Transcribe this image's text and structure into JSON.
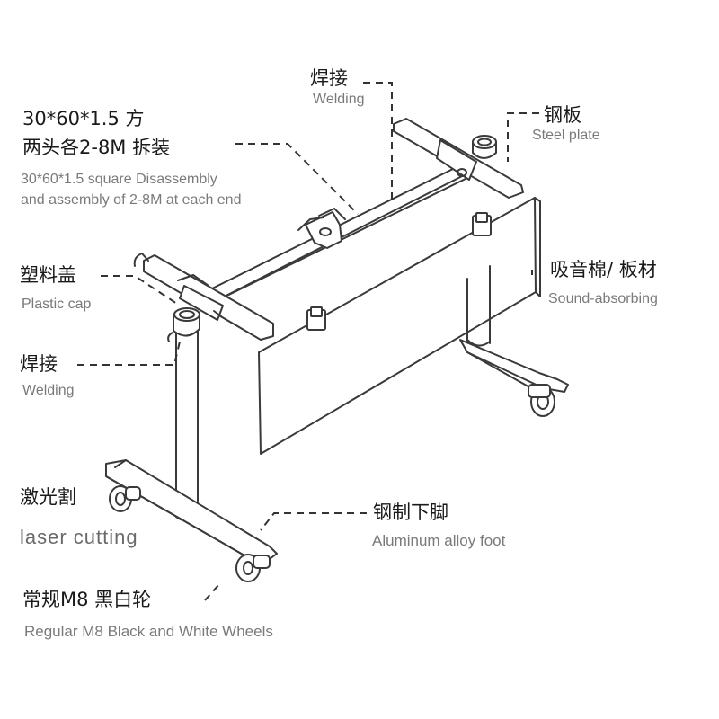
{
  "labels": {
    "welding_top_zh": "焊接",
    "welding_top_en": "Welding",
    "steel_plate_zh": "钢板",
    "steel_plate_en": "Steel plate",
    "tube_zh_line1": "30*60*1.5 方",
    "tube_zh_line2": "两头各2-8M 拆装",
    "tube_en_line1": "30*60*1.5 square Disassembly",
    "tube_en_line2": "and assembly of 2-8M at each end",
    "plastic_cap_zh": "塑料盖",
    "plastic_cap_en": "Plastic cap",
    "sound_zh": "吸音棉/ 板材",
    "sound_en": "Sound-absorbing",
    "welding_left_zh": "焊接",
    "welding_left_en": "Welding",
    "laser_zh": "激光割",
    "laser_en": "laser cutting",
    "foot_zh": "钢制下脚",
    "foot_en": "Aluminum alloy foot",
    "wheels_zh": "常规M8 黑白轮",
    "wheels_en": "Regular M8 Black and White Wheels"
  },
  "colors": {
    "line": "#3a3a3a",
    "panel_fill": "#ffffff",
    "leader": "#333333"
  }
}
